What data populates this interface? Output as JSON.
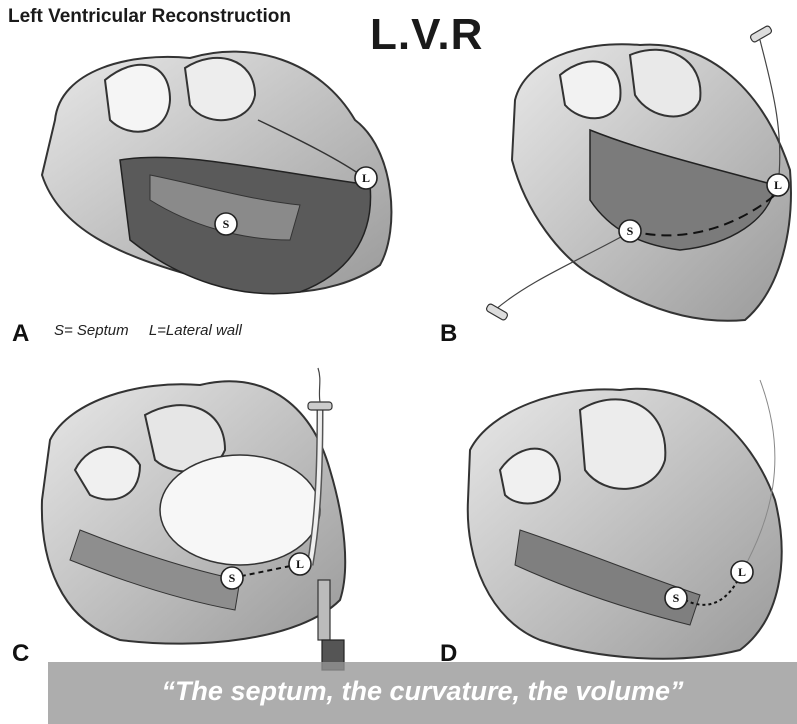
{
  "header": {
    "title": "Left Ventricular Reconstruction",
    "abbr": "L.V.R"
  },
  "panels": [
    {
      "letter": "A",
      "markers": [
        "S",
        "L"
      ]
    },
    {
      "letter": "B",
      "markers": [
        "S",
        "L"
      ]
    },
    {
      "letter": "C",
      "markers": [
        "S",
        "L"
      ]
    },
    {
      "letter": "D",
      "markers": [
        "S",
        "L"
      ]
    }
  ],
  "legend": {
    "septum": "S= Septum",
    "lateral": "L=Lateral wall"
  },
  "caption": "“The septum, the curvature, the volume”"
}
